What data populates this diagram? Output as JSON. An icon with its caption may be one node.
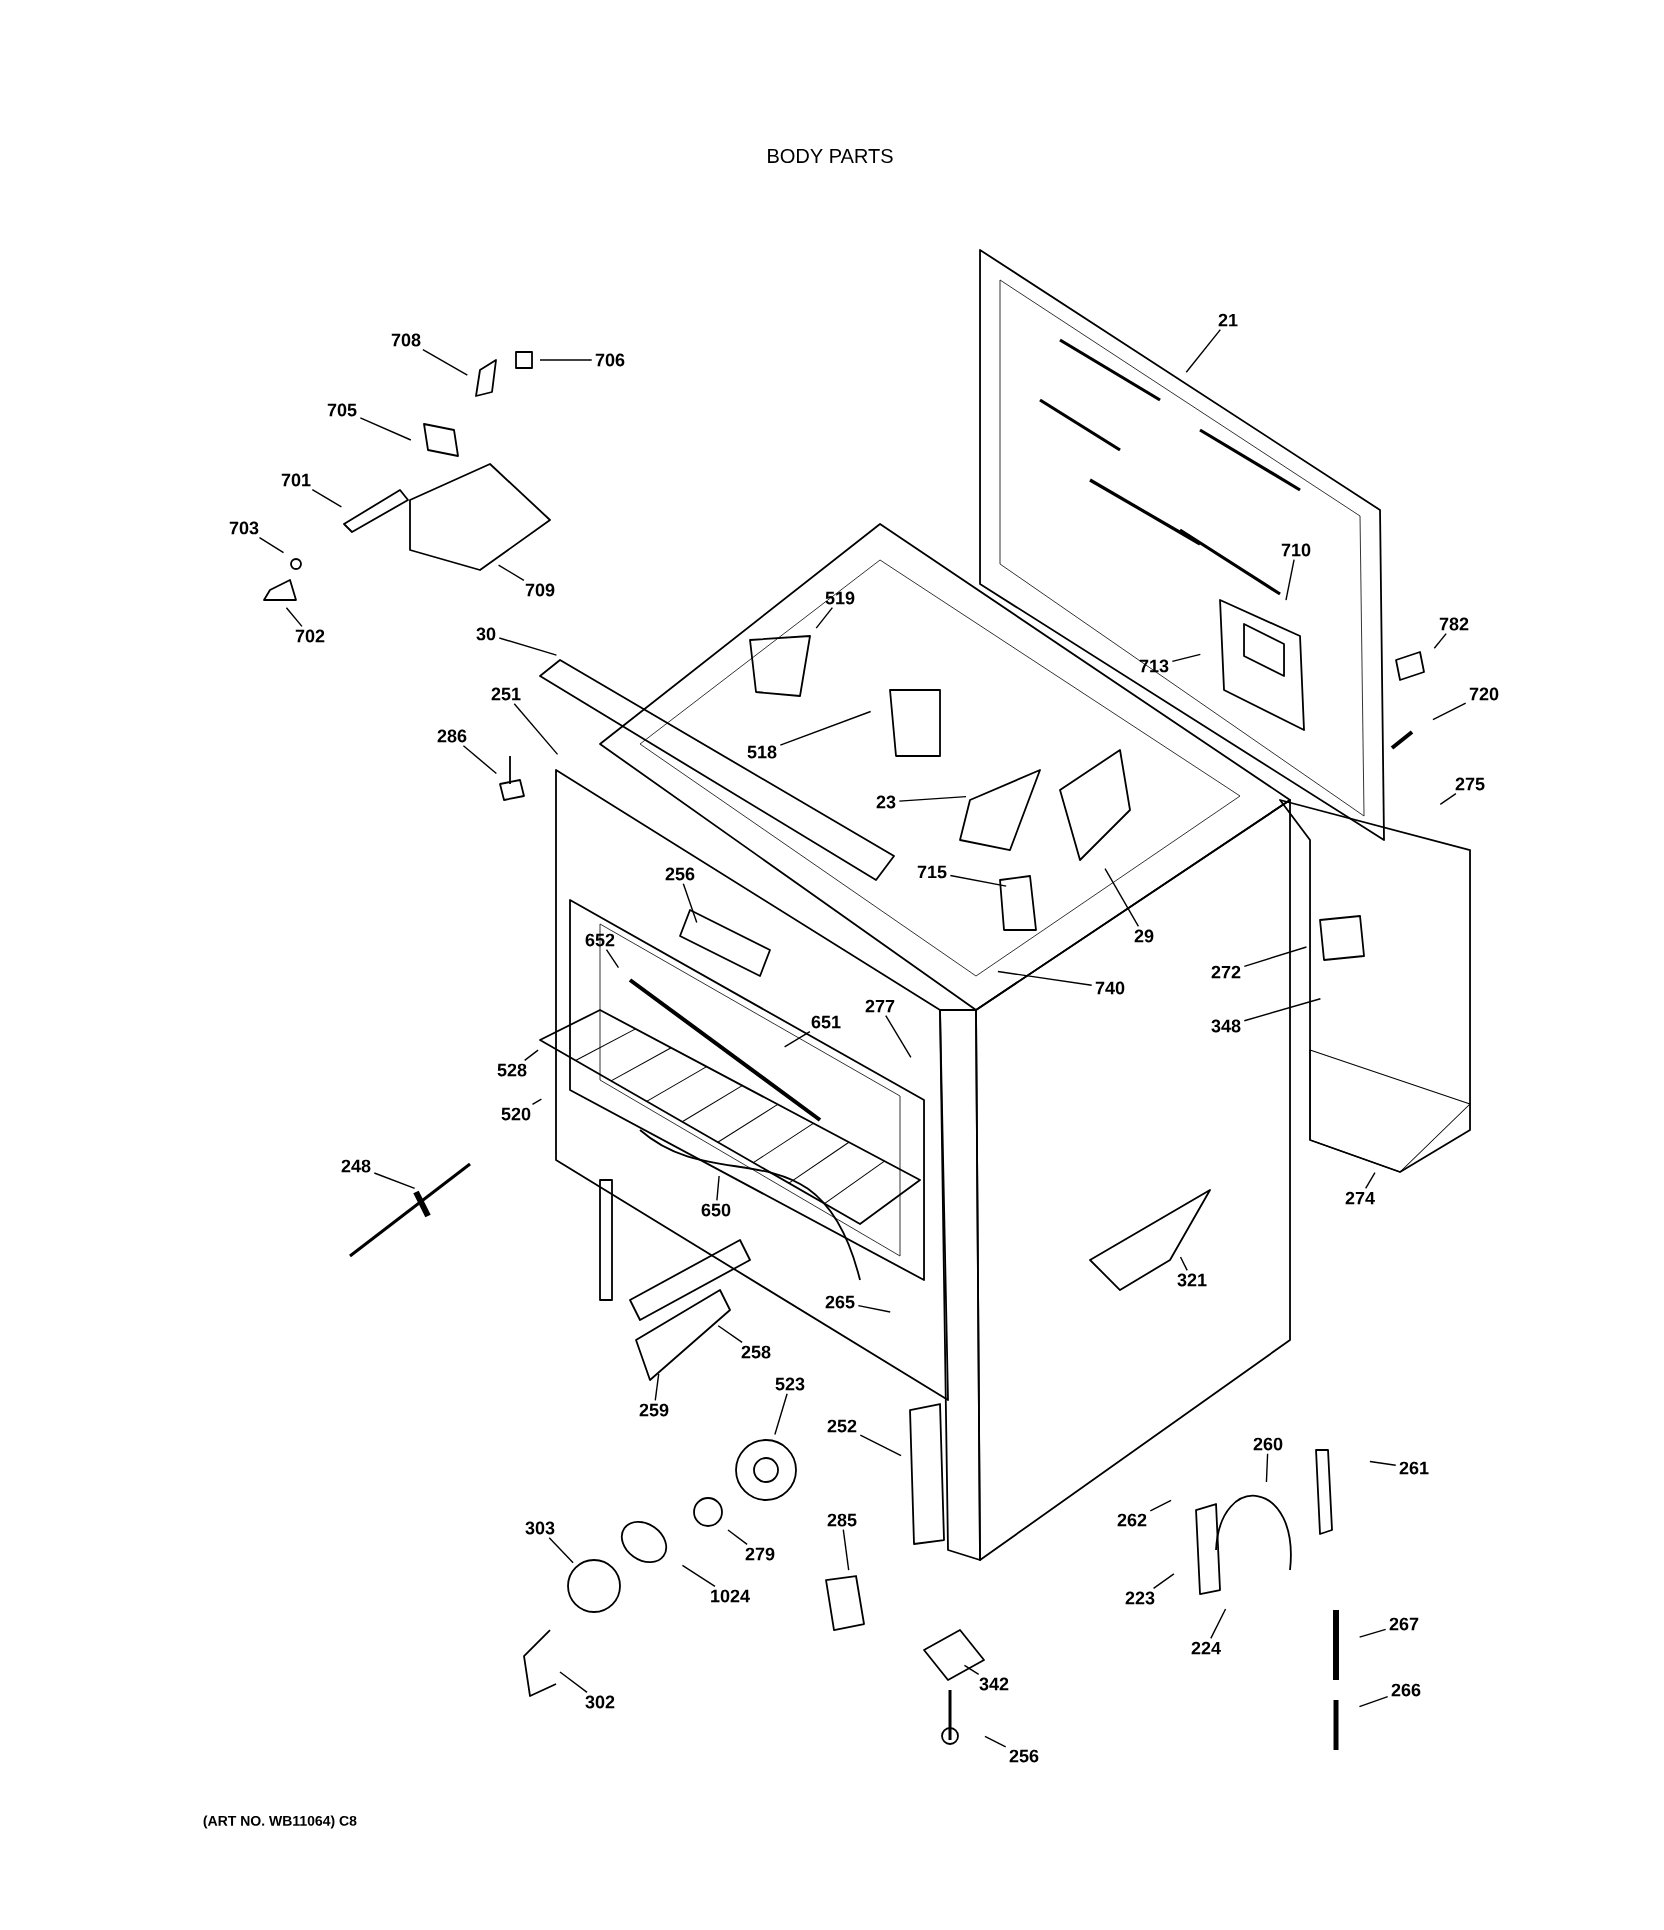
{
  "diagram": {
    "nodes": [
      {
        "text": [
          "708"
        ]
      },
      {
        "text": [
          "706"
        ]
      },
      {
        "text": [
          "705"
        ]
      },
      {
        "text": [
          "701"
        ]
      },
      {
        "text": [
          "703"
        ]
      },
      {
        "text": [
          "709"
        ]
      },
      {
        "text": [
          "702"
        ]
      },
      {
        "text": [
          "21"
        ]
      },
      {
        "text": [
          "710"
        ]
      },
      {
        "text": [
          "519"
        ]
      },
      {
        "text": [
          "782"
        ]
      },
      {
        "text": [
          "713"
        ]
      },
      {
        "text": [
          "30"
        ]
      },
      {
        "text": [
          "720"
        ]
      },
      {
        "text": [
          "251"
        ]
      },
      {
        "text": [
          "518"
        ]
      },
      {
        "text": [
          "286"
        ]
      },
      {
        "text": [
          "275"
        ]
      },
      {
        "text": [
          "23"
        ]
      },
      {
        "text": [
          "715"
        ]
      },
      {
        "text": [
          "256"
        ]
      },
      {
        "text": [
          "29"
        ]
      },
      {
        "text": [
          "652"
        ]
      },
      {
        "text": [
          "272"
        ]
      },
      {
        "text": [
          "740"
        ]
      },
      {
        "text": [
          "277"
        ]
      },
      {
        "text": [
          "651"
        ]
      },
      {
        "text": [
          "348"
        ]
      },
      {
        "text": [
          "528"
        ]
      },
      {
        "text": [
          "520"
        ]
      },
      {
        "text": [
          "248"
        ]
      },
      {
        "text": [
          "274"
        ]
      },
      {
        "text": [
          "650"
        ]
      },
      {
        "text": [
          "321"
        ]
      },
      {
        "text": [
          "265"
        ]
      },
      {
        "text": [
          "258"
        ]
      },
      {
        "text": [
          "523"
        ]
      },
      {
        "text": [
          "259"
        ]
      },
      {
        "text": [
          "252"
        ]
      },
      {
        "text": [
          "260"
        ]
      },
      {
        "text": [
          "261"
        ]
      },
      {
        "text": [
          "262"
        ]
      },
      {
        "text": [
          "285"
        ]
      },
      {
        "text": [
          "303"
        ]
      },
      {
        "text": [
          "279"
        ]
      },
      {
        "text": [
          "1024"
        ]
      },
      {
        "text": [
          "223"
        ]
      },
      {
        "text": [
          "224"
        ]
      },
      {
        "text": [
          "267"
        ]
      },
      {
        "text": [
          "342"
        ]
      },
      {
        "text": [
          "266"
        ]
      },
      {
        "text": [
          "302"
        ]
      },
      {
        "text": [
          "256"
        ]
      }
    ],
    "edges": [
      {
        "from": 0,
        "to": null,
        "arrow": "none"
      },
      {
        "from": 1,
        "to": null,
        "arrow": "none"
      },
      {
        "from": 2,
        "to": null,
        "arrow": "none"
      },
      {
        "from": 3,
        "to": null,
        "arrow": "none"
      },
      {
        "from": 4,
        "to": null,
        "arrow": "none"
      },
      {
        "from": 5,
        "to": null,
        "arrow": "none"
      },
      {
        "from": 6,
        "to": null,
        "arrow": "none"
      },
      {
        "from": 7,
        "to": null,
        "arrow": "none"
      },
      {
        "from": 8,
        "to": null,
        "arrow": "none"
      },
      {
        "from": 9,
        "to": null,
        "arrow": "none"
      },
      {
        "from": 10,
        "to": null,
        "arrow": "none"
      },
      {
        "from": 11,
        "to": null,
        "arrow": "none"
      },
      {
        "from": 12,
        "to": null,
        "arrow": "none"
      },
      {
        "from": 13,
        "to": null,
        "arrow": "none"
      },
      {
        "from": 14,
        "to": null,
        "arrow": "none"
      },
      {
        "from": 15,
        "to": null,
        "arrow": "none"
      },
      {
        "from": 16,
        "to": null,
        "arrow": "none"
      },
      {
        "from": 17,
        "to": null,
        "arrow": "none"
      },
      {
        "from": 18,
        "to": null,
        "arrow": "none"
      },
      {
        "from": 19,
        "to": null,
        "arrow": "none"
      },
      {
        "from": 20,
        "to": null,
        "arrow": "none"
      },
      {
        "from": 21,
        "to": null,
        "arrow": "none"
      },
      {
        "from": 22,
        "to": null,
        "arrow": "none"
      },
      {
        "from": 23,
        "to": null,
        "arrow": "none"
      },
      {
        "from": 24,
        "to": null,
        "arrow": "none"
      },
      {
        "from": 25,
        "to": null,
        "arrow": "none"
      },
      {
        "from": 26,
        "to": null,
        "arrow": "none"
      },
      {
        "from": 27,
        "to": null,
        "arrow": "none"
      },
      {
        "from": 28,
        "to": null,
        "arrow": "none"
      },
      {
        "from": 29,
        "to": null,
        "arrow": "none"
      },
      {
        "from": 30,
        "to": null,
        "arrow": "none"
      },
      {
        "from": 31,
        "to": null,
        "arrow": "none"
      },
      {
        "from": 32,
        "to": null,
        "arrow": "none"
      },
      {
        "from": 33,
        "to": null,
        "arrow": "none"
      },
      {
        "from": 34,
        "to": null,
        "arrow": "none"
      },
      {
        "from": 35,
        "to": null,
        "arrow": "none"
      },
      {
        "from": 36,
        "to": null,
        "arrow": "none"
      },
      {
        "from": 37,
        "to": null,
        "arrow": "none"
      },
      {
        "from": 38,
        "to": null,
        "arrow": "none"
      },
      {
        "from": 39,
        "to": null,
        "arrow": "none"
      },
      {
        "from": 40,
        "to": null,
        "arrow": "none"
      },
      {
        "from": 41,
        "to": null,
        "arrow": "none"
      },
      {
        "from": 42,
        "to": null,
        "arrow": "none"
      },
      {
        "from": 43,
        "to": null,
        "arrow": "none"
      },
      {
        "from": 44,
        "to": null,
        "arrow": "none"
      },
      {
        "from": 45,
        "to": null,
        "arrow": "none"
      },
      {
        "from": 46,
        "to": null,
        "arrow": "none"
      },
      {
        "from": 47,
        "to": null,
        "arrow": "none"
      },
      {
        "from": 48,
        "to": null,
        "arrow": "none"
      },
      {
        "from": 49,
        "to": null,
        "arrow": "none"
      },
      {
        "from": 50,
        "to": null,
        "arrow": "none"
      },
      {
        "from": 51,
        "to": null,
        "arrow": "none"
      },
      {
        "from": 52,
        "to": null,
        "arrow": "none"
      }
    ],
    "labels": [
      "BODY PARTS",
      "(ART NO. WB11064) C8"
    ]
  }
}
